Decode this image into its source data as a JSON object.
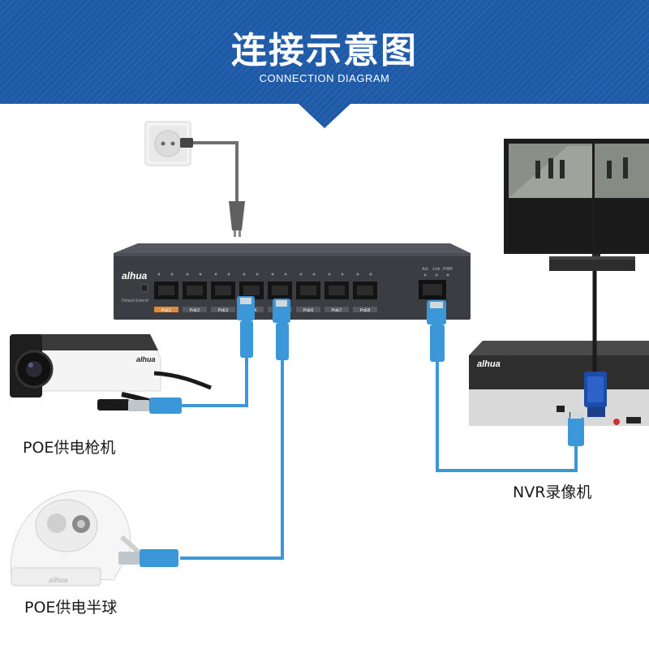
{
  "header": {
    "title": "连接示意图",
    "subtitle": "CONNECTION DIAGRAM"
  },
  "switch": {
    "brand": "alhua",
    "button_label": "Default Extend",
    "ports": [
      "PoE1",
      "PoE2",
      "PoE3",
      "PoE4",
      "PoE5",
      "PoE6",
      "PoE7",
      "PoE8"
    ],
    "uplink_indicators": [
      "Act",
      "Link",
      "PWR"
    ]
  },
  "nvr": {
    "brand": "alhua"
  },
  "bullet_camera": {
    "brand": "alhua"
  },
  "dome_camera": {
    "brand": "alhua"
  },
  "labels": {
    "bullet_camera": "POE供电枪机",
    "dome_camera": "POE供电半球",
    "nvr": "NVR录像机"
  },
  "colors": {
    "header_blue": "#1e5aa8",
    "cable_blue": "#3c97d8",
    "switch_body": "#3a3d42",
    "port_label_orange": "#e08a3a"
  }
}
